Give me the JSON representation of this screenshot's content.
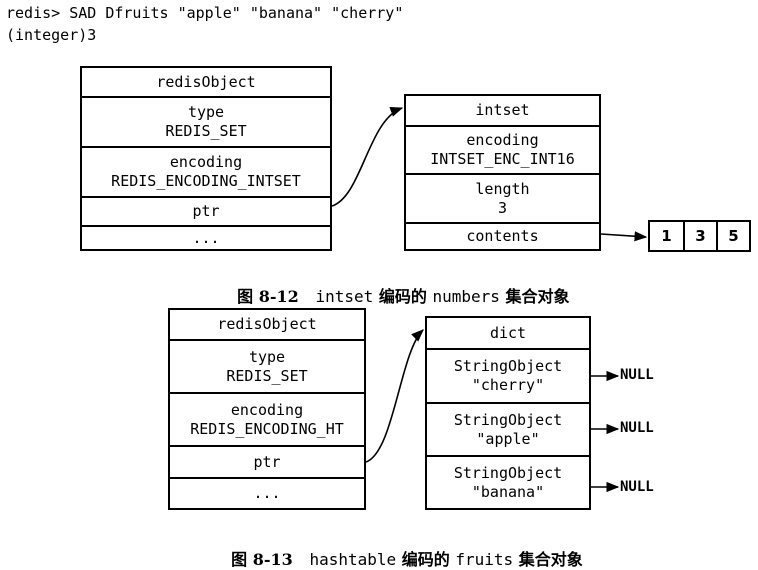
{
  "terminal": {
    "command": "redis> SAD Dfruits \"apple\" \"banana\" \"cherry\"",
    "result": "(integer)3"
  },
  "figure_12": {
    "redis_object": {
      "header": "redisObject",
      "type_label": "type",
      "type_value": "REDIS_SET",
      "encoding_label": "encoding",
      "encoding_value": "REDIS_ENCODING_INTSET",
      "ptr": "ptr",
      "more": "..."
    },
    "intset": {
      "header": "intset",
      "encoding_label": "encoding",
      "encoding_value": "INTSET_ENC_INT16",
      "length_label": "length",
      "length_value": "3",
      "contents": "contents"
    },
    "contents_values": [
      "1",
      "3",
      "5"
    ],
    "caption": {
      "fig": "图 8-12",
      "prefix": "intset",
      "middle": "编码的",
      "name": "numbers",
      "suffix": "集合对象"
    }
  },
  "figure_13": {
    "redis_object": {
      "header": "redisObject",
      "type_label": "type",
      "type_value": "REDIS_SET",
      "encoding_label": "encoding",
      "encoding_value": "REDIS_ENCODING_HT",
      "ptr": "ptr",
      "more": "..."
    },
    "dict": {
      "header": "dict",
      "entries": [
        {
          "label": "StringObject",
          "value": "\"cherry\"",
          "null": "NULL"
        },
        {
          "label": "StringObject",
          "value": "\"apple\"",
          "null": "NULL"
        },
        {
          "label": "StringObject",
          "value": "\"banana\"",
          "null": "NULL"
        }
      ]
    },
    "caption": {
      "fig": "图 8-13",
      "prefix": "hashtable",
      "middle": "编码的",
      "name": "fruits",
      "suffix": "集合对象"
    }
  }
}
